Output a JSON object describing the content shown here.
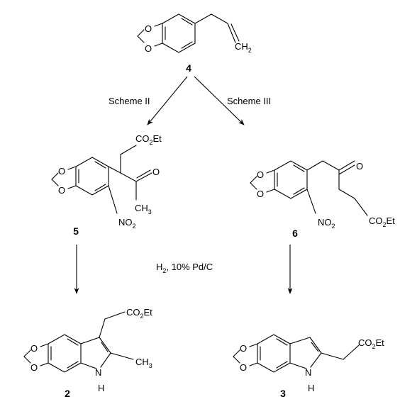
{
  "compounds": {
    "c4": "4",
    "c5": "5",
    "c6": "6",
    "c2": "2",
    "c3": "3"
  },
  "arrows": {
    "left_label": "Scheme II",
    "right_label": "Scheme III",
    "hydrogenation": {
      "h": "H",
      "h_sub": "2",
      "rest": ", 10% Pd/C"
    }
  },
  "atoms": {
    "oxygen": "O",
    "nitrogen_h": "H",
    "n": "N",
    "ch2": {
      "main": "CH",
      "sub": "2"
    },
    "ch3": {
      "main": "CH",
      "sub": "3"
    },
    "no2": {
      "main": "NO",
      "sub": "2"
    },
    "co2et": {
      "pre": "CO",
      "sub": "2",
      "post": "Et"
    }
  }
}
